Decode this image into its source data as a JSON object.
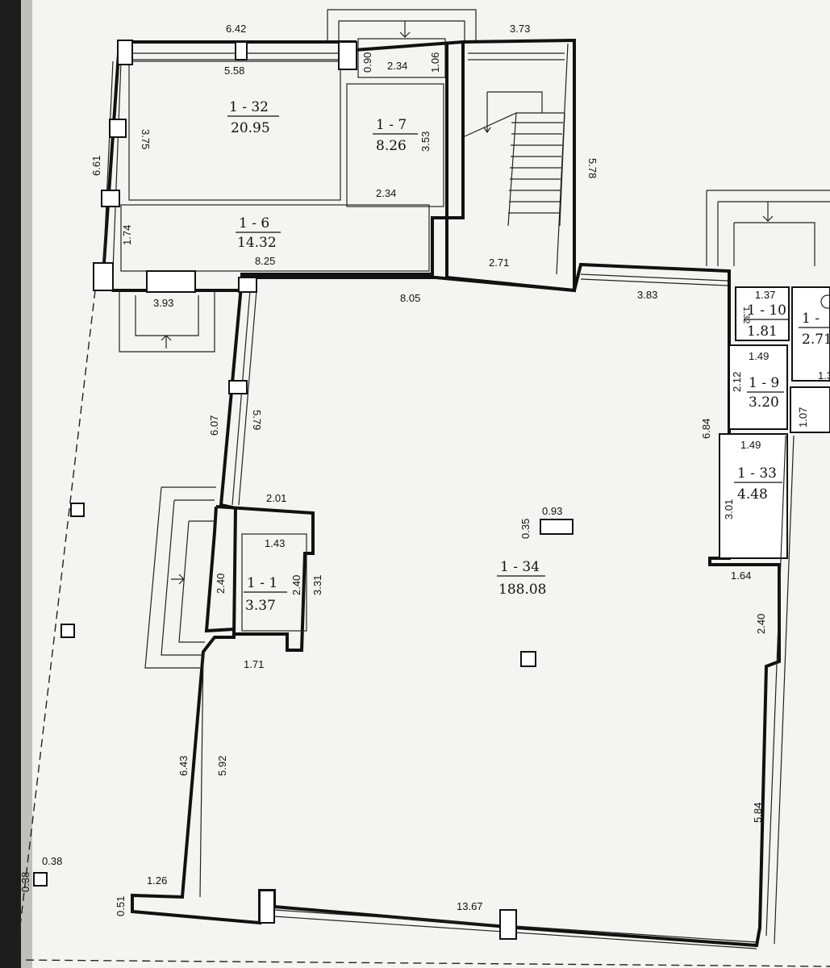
{
  "rooms": [
    {
      "id": "1 - 32",
      "area": "20.95"
    },
    {
      "id": "1 - 7",
      "area": "8.26"
    },
    {
      "id": "1 - 6",
      "area": "14.32"
    },
    {
      "id": "1 - 34",
      "area": "188.08"
    },
    {
      "id": "1 - 1",
      "area": "3.37"
    },
    {
      "id": "1 - 10",
      "area": "1.81"
    },
    {
      "id": "1 - 9",
      "area": "3.20"
    },
    {
      "id": "1 - 33",
      "area": "4.48"
    },
    {
      "id": "1 -",
      "area": "2.71"
    }
  ],
  "dimensions": {
    "d_6_42": "6.42",
    "d_5_58": "5.58",
    "d_3_75": "3.75",
    "d_6_61": "6.61",
    "d_0_90": "0.90",
    "d_2_34_top": "2.34",
    "d_1_06": "1.06",
    "d_3_53": "3.53",
    "d_2_34_mid": "2.34",
    "d_3_73": "3.73",
    "d_5_78": "5.78",
    "d_1_74": "1.74",
    "d_8_25": "8.25",
    "d_2_71": "2.71",
    "d_3_93": "3.93",
    "d_8_05": "8.05",
    "d_3_83": "3.83",
    "d_6_07": "6.07",
    "d_5_79": "5.79",
    "d_2_01": "2.01",
    "d_1_43": "1.43",
    "d_2_40_a": "2.40",
    "d_2_40_b": "2.40",
    "d_3_31": "3.31",
    "d_1_71": "1.71",
    "d_0_35": "0.35",
    "d_0_93": "0.93",
    "d_1_37": "1.37",
    "d_1_32": "1.32",
    "d_1_49_a": "1.49",
    "d_2_12": "2.12",
    "d_1_07": "1.07",
    "d_6_84": "6.84",
    "d_1_49_b": "1.49",
    "d_3_01": "3.01",
    "d_1_64": "1.64",
    "d_2_40_c": "2.40",
    "d_6_43": "6.43",
    "d_5_92": "5.92",
    "d_5_84": "5.84",
    "d_0_38_a": "0.38",
    "d_0_38_b": "0.38",
    "d_1_26": "1.26",
    "d_0_51": "0.51",
    "d_13_67": "13.67",
    "d_1_3": "1.3"
  }
}
